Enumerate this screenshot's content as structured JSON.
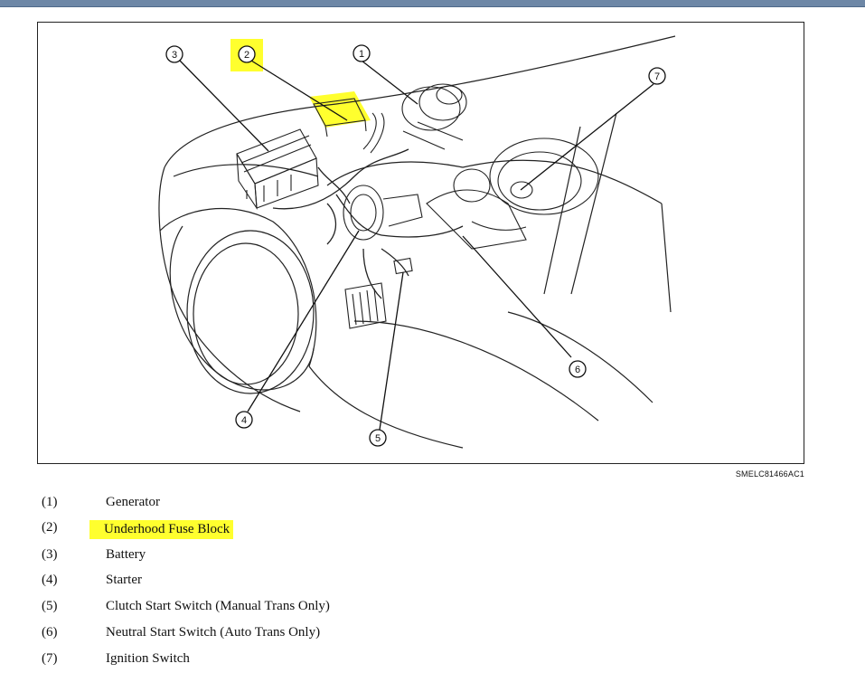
{
  "figure": {
    "code": "SMELC81466AC1",
    "callouts": [
      "1",
      "2",
      "3",
      "4",
      "5",
      "6",
      "7"
    ],
    "highlight_color": "#ffff2e"
  },
  "legend": [
    {
      "num": "(1)",
      "label": "Generator",
      "highlighted": false
    },
    {
      "num": "(2)",
      "label": "Underhood Fuse Block",
      "highlighted": true
    },
    {
      "num": "(3)",
      "label": "Battery",
      "highlighted": false
    },
    {
      "num": "(4)",
      "label": "Starter",
      "highlighted": false
    },
    {
      "num": "(5)",
      "label": "Clutch Start Switch (Manual Trans Only)",
      "highlighted": false
    },
    {
      "num": "(6)",
      "label": "Neutral Start Switch (Auto Trans Only)",
      "highlighted": false
    },
    {
      "num": "(7)",
      "label": "Ignition Switch",
      "highlighted": false
    }
  ]
}
